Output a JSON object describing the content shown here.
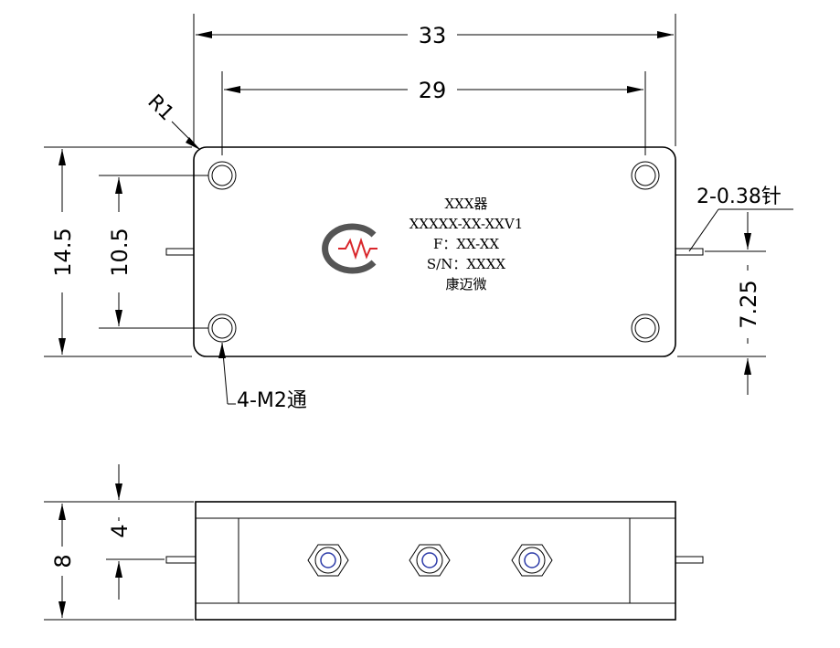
{
  "top_view": {
    "dimensions": {
      "overall_width": "33",
      "hole_spacing": "29",
      "corner_radius": "R1",
      "overall_height": "14.5",
      "hole_vertical_spacing": "10.5",
      "pin_height": "7.25"
    },
    "callouts": {
      "pin_note": "2-0.38针",
      "hole_note": "4-M2通"
    },
    "label": {
      "line1": "XXX器",
      "line2": "XXXXX-XX-XXV1",
      "line3": "F：XX-XX",
      "line4": "S/N：XXXX",
      "line5": "康迈微"
    },
    "logo": {
      "icon": "company-logo-icon",
      "ring_color": "#555555",
      "mark_color": "#d9262b"
    }
  },
  "side_view": {
    "dimensions": {
      "overall_thickness": "8",
      "pin_offset": "4"
    },
    "connectors": [
      {
        "icon": "coax-connector-icon"
      },
      {
        "icon": "coax-connector-icon"
      },
      {
        "icon": "coax-connector-icon"
      }
    ],
    "connector_color": "#2b3aa8"
  }
}
